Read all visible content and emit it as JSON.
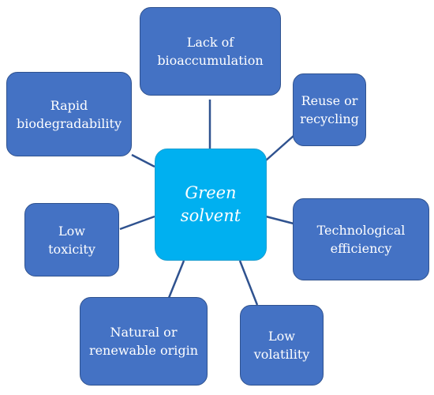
{
  "colors": {
    "center_fill": "#00b0f0",
    "node_fill": "#4472c4",
    "node_border": "#2f528f",
    "connector": "#2f528f",
    "text": "#ffffff"
  },
  "center": {
    "line1": "Green",
    "line2": "solvent"
  },
  "nodes": [
    {
      "id": "lack-of-bioaccumulation",
      "line1": "Lack of",
      "line2": "bioaccumulation"
    },
    {
      "id": "reuse-or-recycling",
      "line1": "Reuse or",
      "line2": "recycling"
    },
    {
      "id": "technological-efficiency",
      "line1": "Technological",
      "line2": "efficiency"
    },
    {
      "id": "low-volatility",
      "line1": "Low",
      "line2": "volatility"
    },
    {
      "id": "natural-or-renewable-origin",
      "line1": "Natural or",
      "line2": "renewable origin"
    },
    {
      "id": "low-toxicity",
      "line1": "Low",
      "line2": "toxicity"
    },
    {
      "id": "rapid-biodegradability",
      "line1": "Rapid",
      "line2": "biodegradability"
    }
  ]
}
